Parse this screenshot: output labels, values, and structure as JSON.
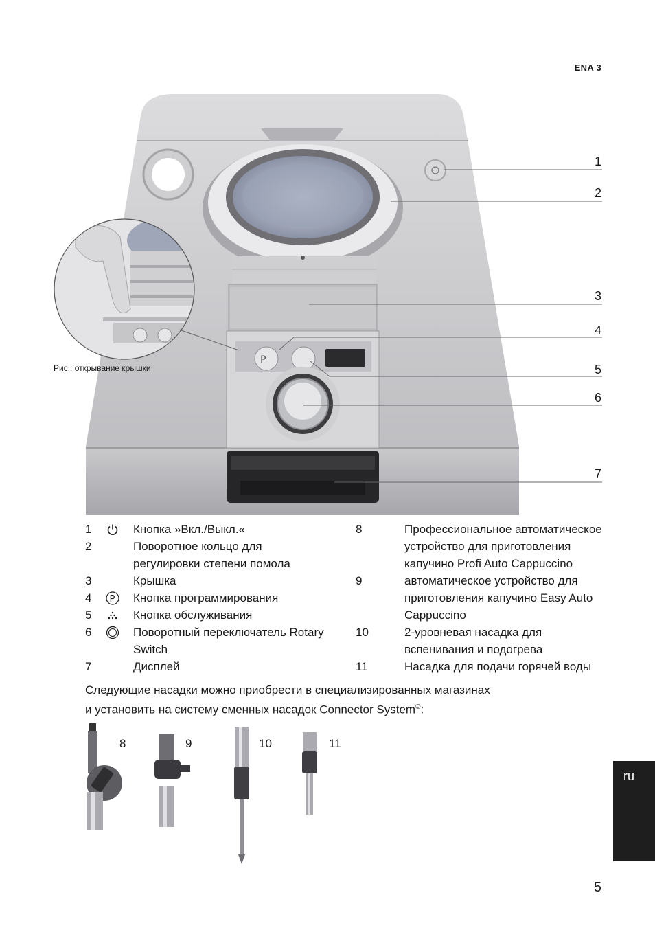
{
  "header": {
    "model": "ENA 3"
  },
  "figure": {
    "callouts": [
      "1",
      "2",
      "3",
      "4",
      "5",
      "6",
      "7"
    ],
    "caption": "Рис.: открывание крышки"
  },
  "legend_left": [
    {
      "num": "1",
      "icon": "power-icon",
      "lines": [
        "Кнопка »Вкл./Выкл.«"
      ]
    },
    {
      "num": "2",
      "icon": "",
      "lines": [
        "Поворотное кольцо для",
        "регулировки степени помола"
      ]
    },
    {
      "num": "3",
      "icon": "",
      "lines": [
        "Крышка"
      ]
    },
    {
      "num": "4",
      "icon": "program-p-icon",
      "lines": [
        "Кнопка программирования"
      ]
    },
    {
      "num": "5",
      "icon": "service-icon",
      "lines": [
        "Кнопка обслуживания"
      ]
    },
    {
      "num": "6",
      "icon": "rotary-switch-icon",
      "lines": [
        "Поворотный переключатель Rotary",
        "Switch"
      ]
    },
    {
      "num": "7",
      "icon": "",
      "lines": [
        "Дисплей"
      ]
    }
  ],
  "legend_right": [
    {
      "num": "8",
      "lines": [
        "Профессиональное автоматическое",
        "устройство для приготовления",
        "капучино Profi Auto Cappuccino"
      ]
    },
    {
      "num": "9",
      "lines": [
        "автоматическое устройство для",
        "приготовления капучино Easy Auto",
        "Cappuccino"
      ]
    },
    {
      "num": "10",
      "lines": [
        "2-уровневая насадка для",
        "вспенивания и подогрева"
      ]
    },
    {
      "num": "11",
      "lines": [
        "Насадка для подачи горячей воды"
      ]
    }
  ],
  "note": {
    "line1": "Следующие насадки можно приобрести в специализированных магазинах",
    "line2": "и установить на систему сменных насадок Connector System",
    "sup": "©",
    "end": ":"
  },
  "accessories": [
    {
      "label": "8"
    },
    {
      "label": "9"
    },
    {
      "label": "10"
    },
    {
      "label": "11"
    }
  ],
  "lang_tab": "ru",
  "page_number": "5"
}
